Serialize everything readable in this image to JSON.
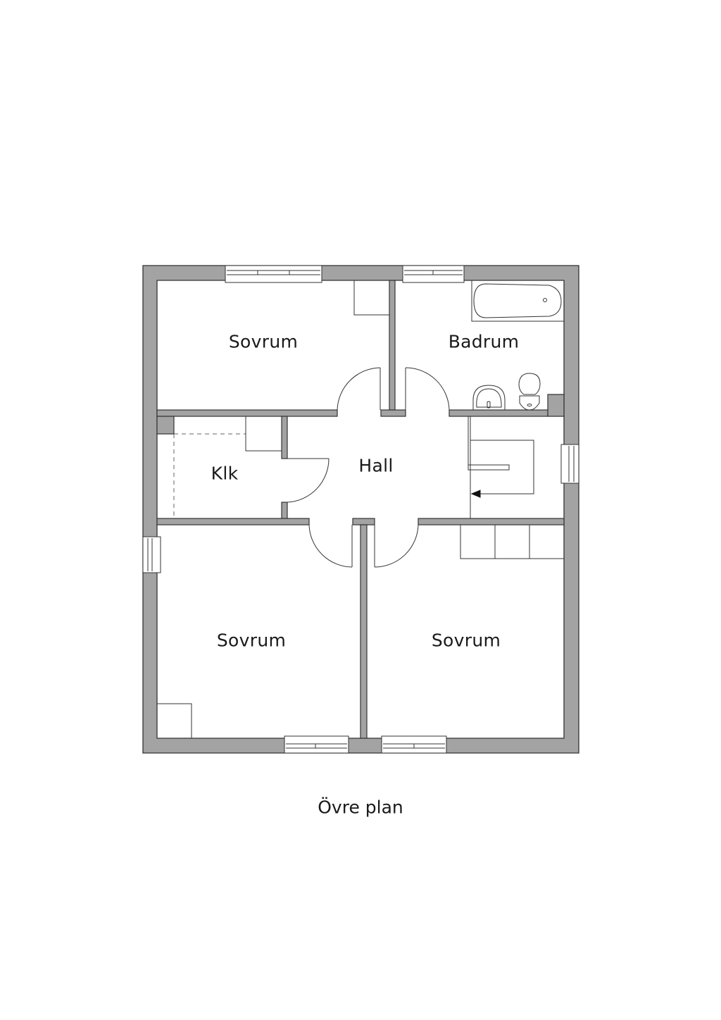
{
  "floor_plan": {
    "title": "Övre plan",
    "colors": {
      "wall_fill": "#a3a3a3",
      "line": "#333333",
      "background": "#ffffff"
    },
    "rooms": [
      {
        "id": "bedroom-top-left",
        "label": "Sovrum"
      },
      {
        "id": "bathroom",
        "label": "Badrum"
      },
      {
        "id": "closet",
        "label": "Klk"
      },
      {
        "id": "hall",
        "label": "Hall"
      },
      {
        "id": "bedroom-bottom-left",
        "label": "Sovrum"
      },
      {
        "id": "bedroom-bottom-right",
        "label": "Sovrum"
      }
    ],
    "fixtures": [
      "bathtub",
      "sink",
      "toilet",
      "staircase",
      "wardrobes",
      "cabinets"
    ]
  }
}
